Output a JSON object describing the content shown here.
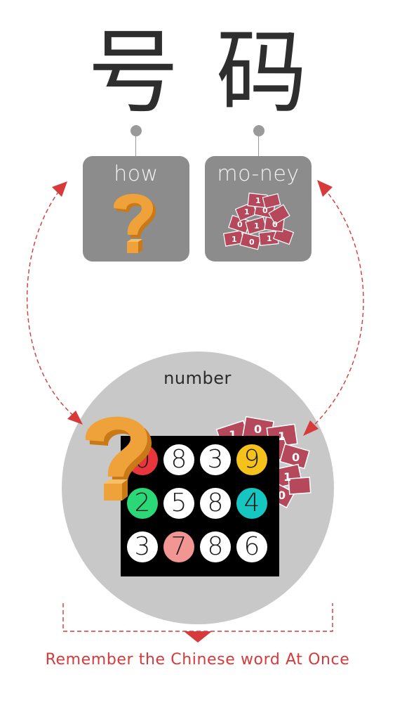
{
  "characters": [
    {
      "glyph": "号",
      "label": "how"
    },
    {
      "glyph": "码",
      "label": "mo-ney"
    }
  ],
  "combined_label": "number",
  "number_grid": {
    "rows": [
      [
        {
          "digit": "0",
          "color": "#e8363c"
        },
        {
          "digit": "8",
          "color": "#ffffff"
        },
        {
          "digit": "3",
          "color": "#ffffff"
        },
        {
          "digit": "9",
          "color": "#f5c21b"
        }
      ],
      [
        {
          "digit": "2",
          "color": "#2bd878"
        },
        {
          "digit": "5",
          "color": "#ffffff"
        },
        {
          "digit": "8",
          "color": "#ffffff"
        },
        {
          "digit": "4",
          "color": "#16c6c0"
        }
      ],
      [
        {
          "digit": "3",
          "color": "#ffffff"
        },
        {
          "digit": "7",
          "color": "#f29694"
        },
        {
          "digit": "8",
          "color": "#ffffff"
        },
        {
          "digit": "6",
          "color": "#ffffff"
        }
      ]
    ]
  },
  "footer_text": "Remember the Chinese word At Once",
  "colors": {
    "accent_red": "#d63a3a",
    "card_gray": "#8c8c8c",
    "circle_gray": "#c9c8c9",
    "question_orange": "#f0a23a",
    "money_red": "#b5485a"
  },
  "icons": [
    "question-mark-icon",
    "money-pile-icon"
  ]
}
